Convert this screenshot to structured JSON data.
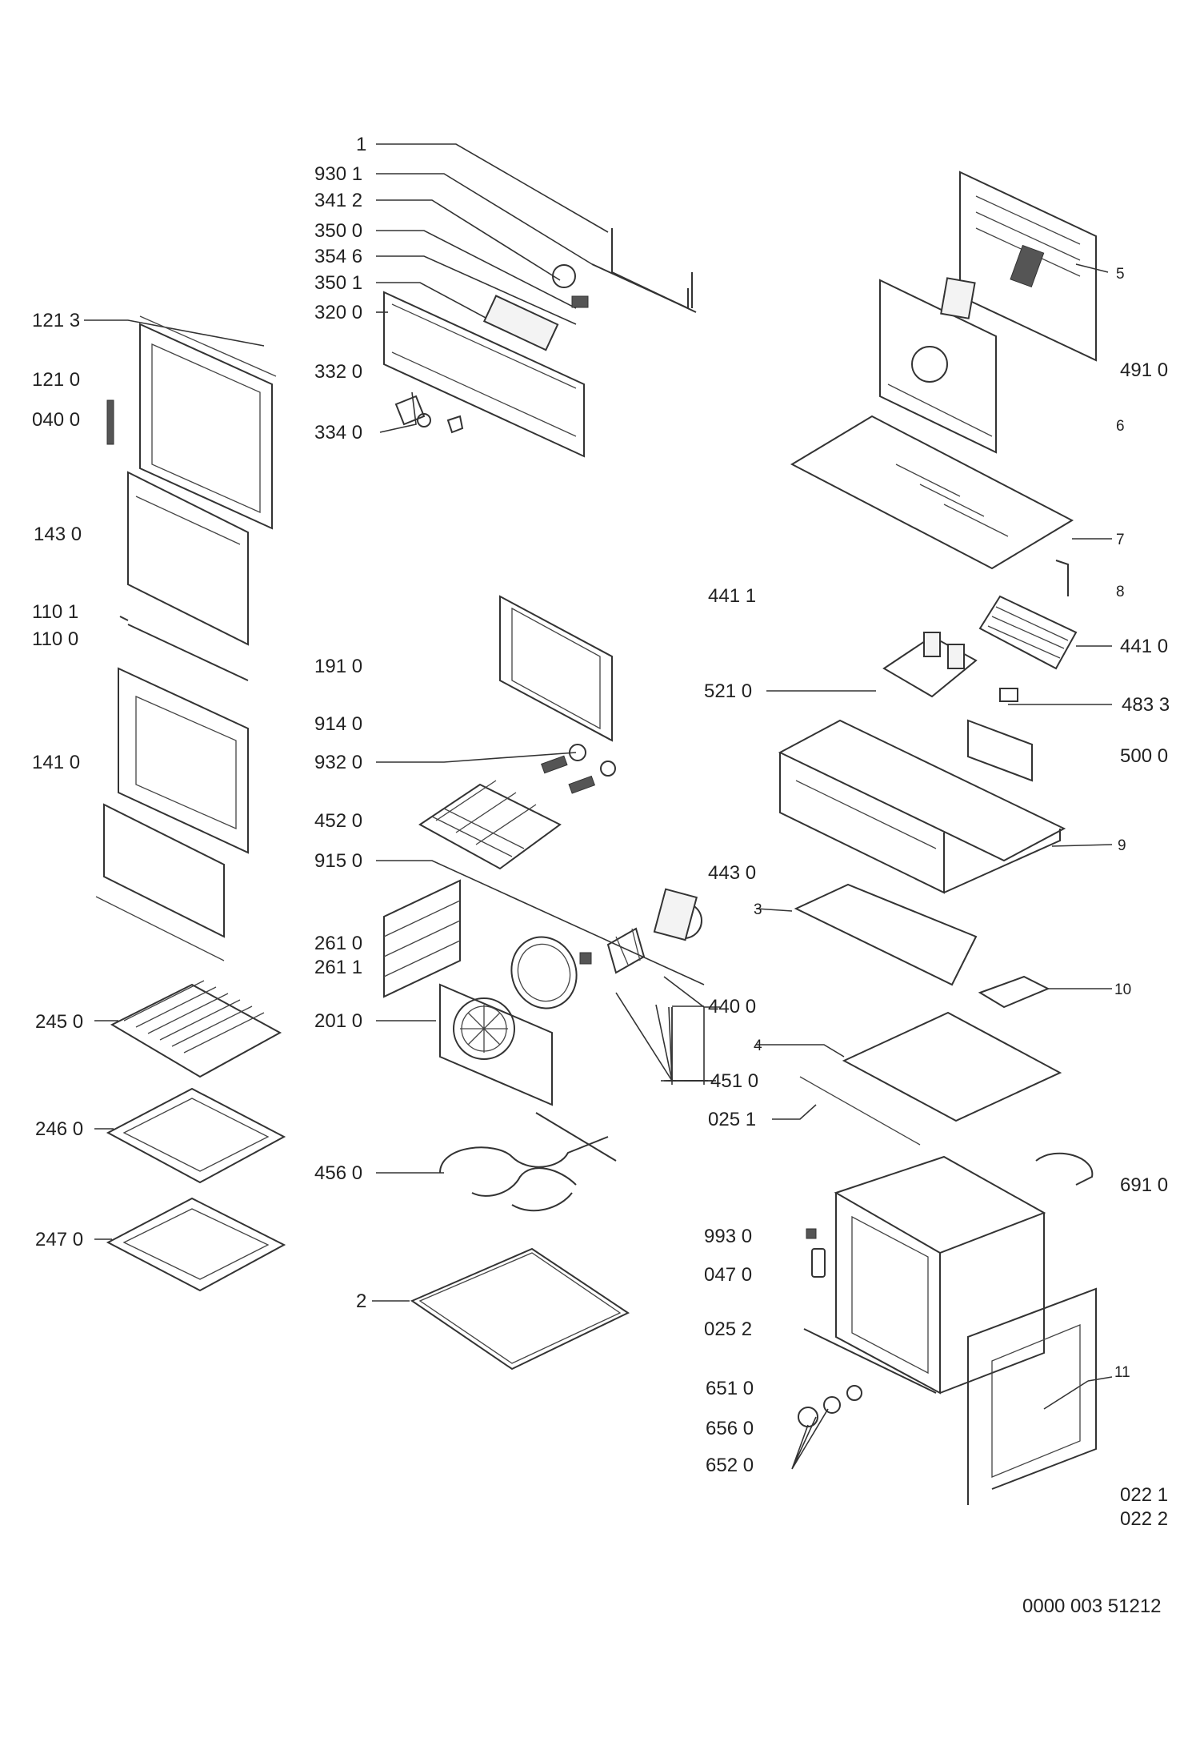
{
  "doc_number": "0000 003 51212",
  "labels": {
    "l_1": "1",
    "l_930_1": "930 1",
    "l_341_2": "341 2",
    "l_350_0": "350 0",
    "l_354_6": "354 6",
    "l_350_1": "350 1",
    "l_320_0": "320 0",
    "l_332_0": "332 0",
    "l_334_0": "334 0",
    "l_121_3": "121 3",
    "l_121_0": "121 0",
    "l_040_0": "040 0",
    "l_143_0": "143 0",
    "l_110_1": "110 1",
    "l_110_0": "110 0",
    "l_141_0": "141 0",
    "l_245_0": "245 0",
    "l_246_0": "246 0",
    "l_247_0": "247 0",
    "l_191_0": "191 0",
    "l_914_0": "914 0",
    "l_932_0": "932 0",
    "l_452_0": "452 0",
    "l_915_0": "915 0",
    "l_261_0": "261 0",
    "l_261_1": "261 1",
    "l_201_0": "201 0",
    "l_456_0": "456 0",
    "l_2": "2",
    "l_443_0": "443 0",
    "l_440_0": "440 0",
    "l_451_0": "451 0",
    "l_5": "5",
    "l_491_0": "491 0",
    "l_6": "6",
    "l_7": "7",
    "l_8": "8",
    "l_441_1": "441 1",
    "l_441_0": "441 0",
    "l_521_0": "521 0",
    "l_483_3": "483 3",
    "l_500_0": "500 0",
    "l_9": "9",
    "l_3": "3",
    "l_10": "10",
    "l_4": "4",
    "l_025_1": "025 1",
    "l_691_0": "691 0",
    "l_993_0": "993 0",
    "l_047_0": "047 0",
    "l_025_2": "025 2",
    "l_651_0": "651 0",
    "l_656_0": "656 0",
    "l_652_0": "652 0",
    "l_11": "11",
    "l_022_1": "022 1",
    "l_022_2": "022 2"
  }
}
